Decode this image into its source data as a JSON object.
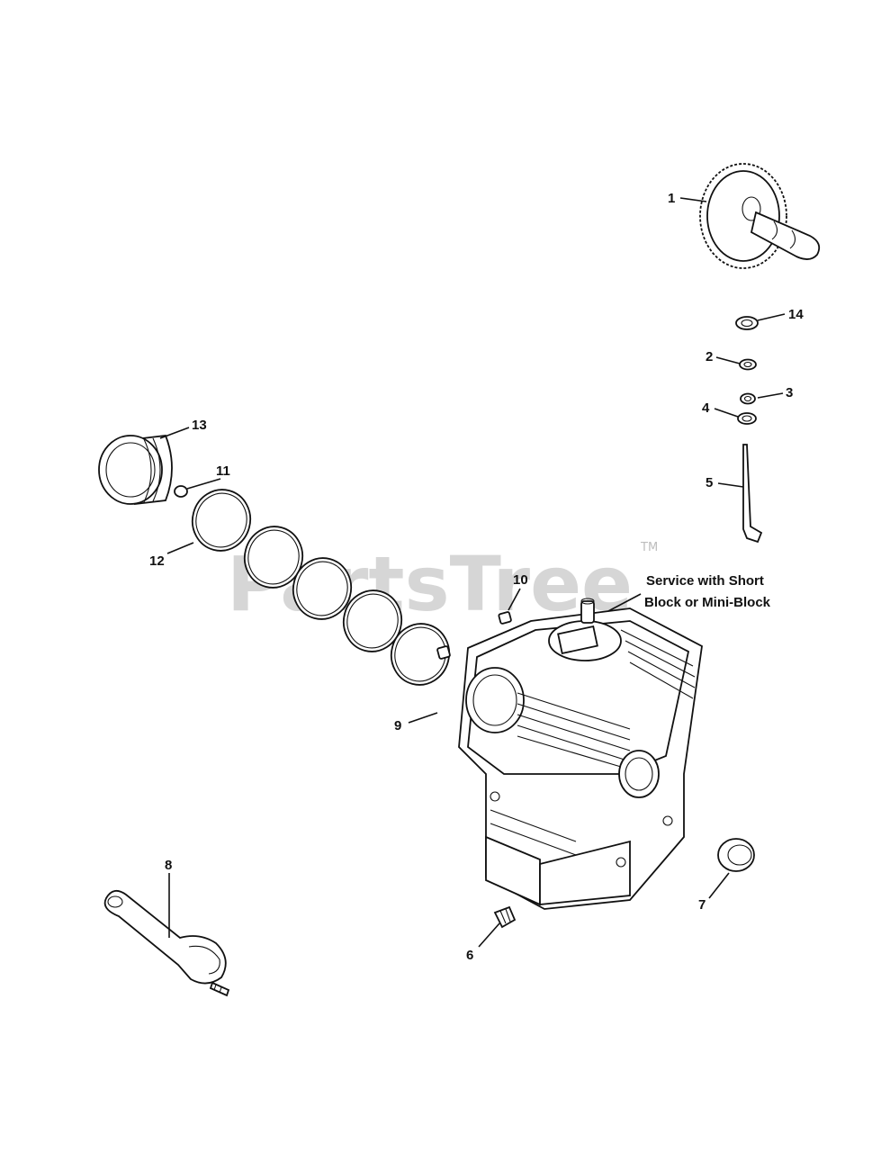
{
  "watermark": {
    "brand": "PartsTree",
    "trademark": "TM"
  },
  "note": {
    "line1": "Service with Short",
    "line2": "Block or Mini-Block"
  },
  "callouts": [
    {
      "id": "1",
      "part": "camshaft-gear"
    },
    {
      "id": "2",
      "part": "small-washer"
    },
    {
      "id": "3",
      "part": "washer"
    },
    {
      "id": "4",
      "part": "washer"
    },
    {
      "id": "5",
      "part": "dipstick-tube"
    },
    {
      "id": "6",
      "part": "plug"
    },
    {
      "id": "7",
      "part": "oil-seal"
    },
    {
      "id": "8",
      "part": "connecting-rod"
    },
    {
      "id": "9",
      "part": "dowel-pin"
    },
    {
      "id": "10",
      "part": "dowel-pin"
    },
    {
      "id": "11",
      "part": "piston-pin-retainer"
    },
    {
      "id": "12",
      "part": "piston-rings"
    },
    {
      "id": "13",
      "part": "piston"
    },
    {
      "id": "14",
      "part": "washer"
    }
  ]
}
